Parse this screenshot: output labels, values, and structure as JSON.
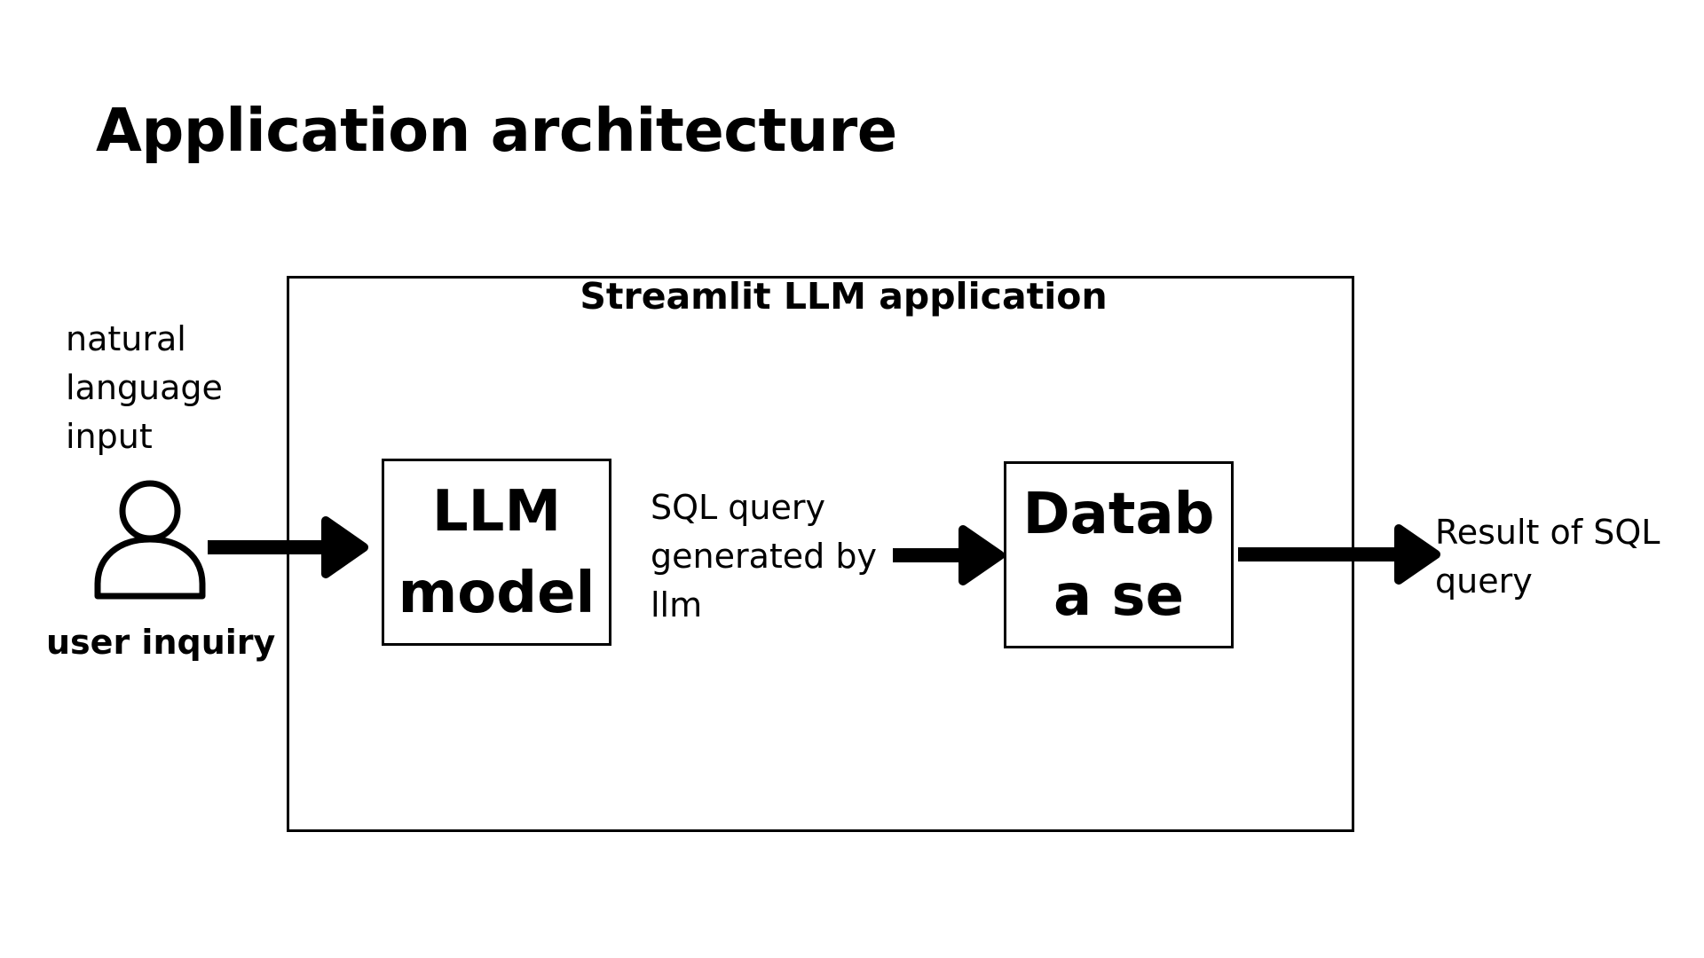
{
  "title": "Application architecture",
  "container": {
    "label": "Streamlit LLM application"
  },
  "actor": {
    "icon": "user-icon",
    "input_label": "natural language input",
    "label": "user inquiry"
  },
  "nodes": {
    "llm": {
      "label": "LLM model"
    },
    "database": {
      "label": "Databa se"
    }
  },
  "edge_labels": {
    "llm_to_database": "SQL query generated by llm",
    "output": "Result of SQL query"
  },
  "colors": {
    "stroke": "#000000",
    "background": "#ffffff"
  }
}
